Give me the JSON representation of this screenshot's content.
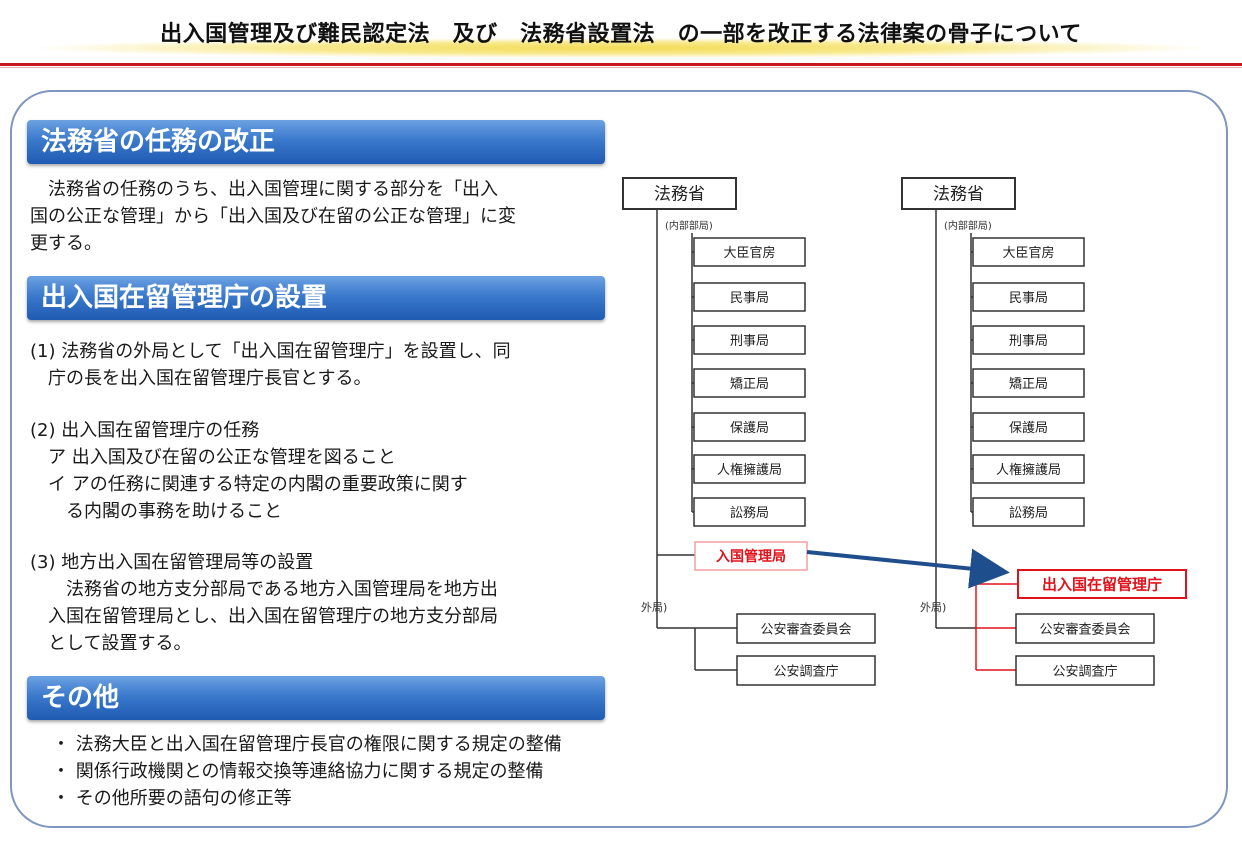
{
  "header": {
    "title": "出入国管理及び難民認定法　及び　法務省設置法　の一部を改正する法律案の骨子について"
  },
  "sections": {
    "task_revision": {
      "heading": "法務省の任務の改正",
      "lines": [
        "　法務省の任務のうち、出入国管理に関する部分を「出入",
        "国の公正な管理」から「出入国及び在留の公正な管理」に変",
        "更する。"
      ]
    },
    "agency_setup": {
      "heading": "出入国在留管理庁の設置",
      "item1": [
        "(1)  法務省の外局として「出入国在留管理庁」を設置し、同",
        "　庁の長を出入国在留管理庁長官とする。"
      ],
      "item2": [
        "(2) 出入国在留管理庁の任務",
        "　ア  出入国及び在留の公正な管理を図ること",
        "　イ  アの任務に関連する特定の内閣の重要政策に関す",
        "　　る内閣の事務を助けること"
      ],
      "item3": [
        "(3) 地方出入国在留管理局等の設置",
        "　　法務省の地方支分部局である地方入国管理局を地方出",
        "　入国在留管理局とし、出入国在留管理庁の地方支分部局",
        "　として設置する。"
      ]
    },
    "other": {
      "heading": "その他",
      "bullets": [
        "・ 法務大臣と出入国在留管理庁長官の権限に関する規定の整備",
        "・ 関係行政機関との情報交換等連絡協力に関する規定の整備",
        "・ その他所要の語句の修正等"
      ]
    }
  },
  "org_chart": {
    "before": {
      "root": "法務省",
      "internal_label": "(内部部局)",
      "internal": [
        "大臣官房",
        "民事局",
        "刑事局",
        "矯正局",
        "保護局",
        "人権擁護局",
        "訟務局"
      ],
      "highlight": "入国管理局",
      "external_label": "外局)",
      "external": [
        "公安審査委員会",
        "公安調査庁"
      ]
    },
    "after": {
      "root": "法務省",
      "internal_label": "(内部部局)",
      "internal": [
        "大臣官房",
        "民事局",
        "刑事局",
        "矯正局",
        "保護局",
        "人権擁護局",
        "訟務局"
      ],
      "highlight": "出入国在留管理庁",
      "external_label": "外局)",
      "external": [
        "公安審査委員会",
        "公安調査庁"
      ]
    },
    "colors": {
      "line": "#333333",
      "highlight": "#e0121b",
      "arrow": "#1f4e8c"
    }
  }
}
